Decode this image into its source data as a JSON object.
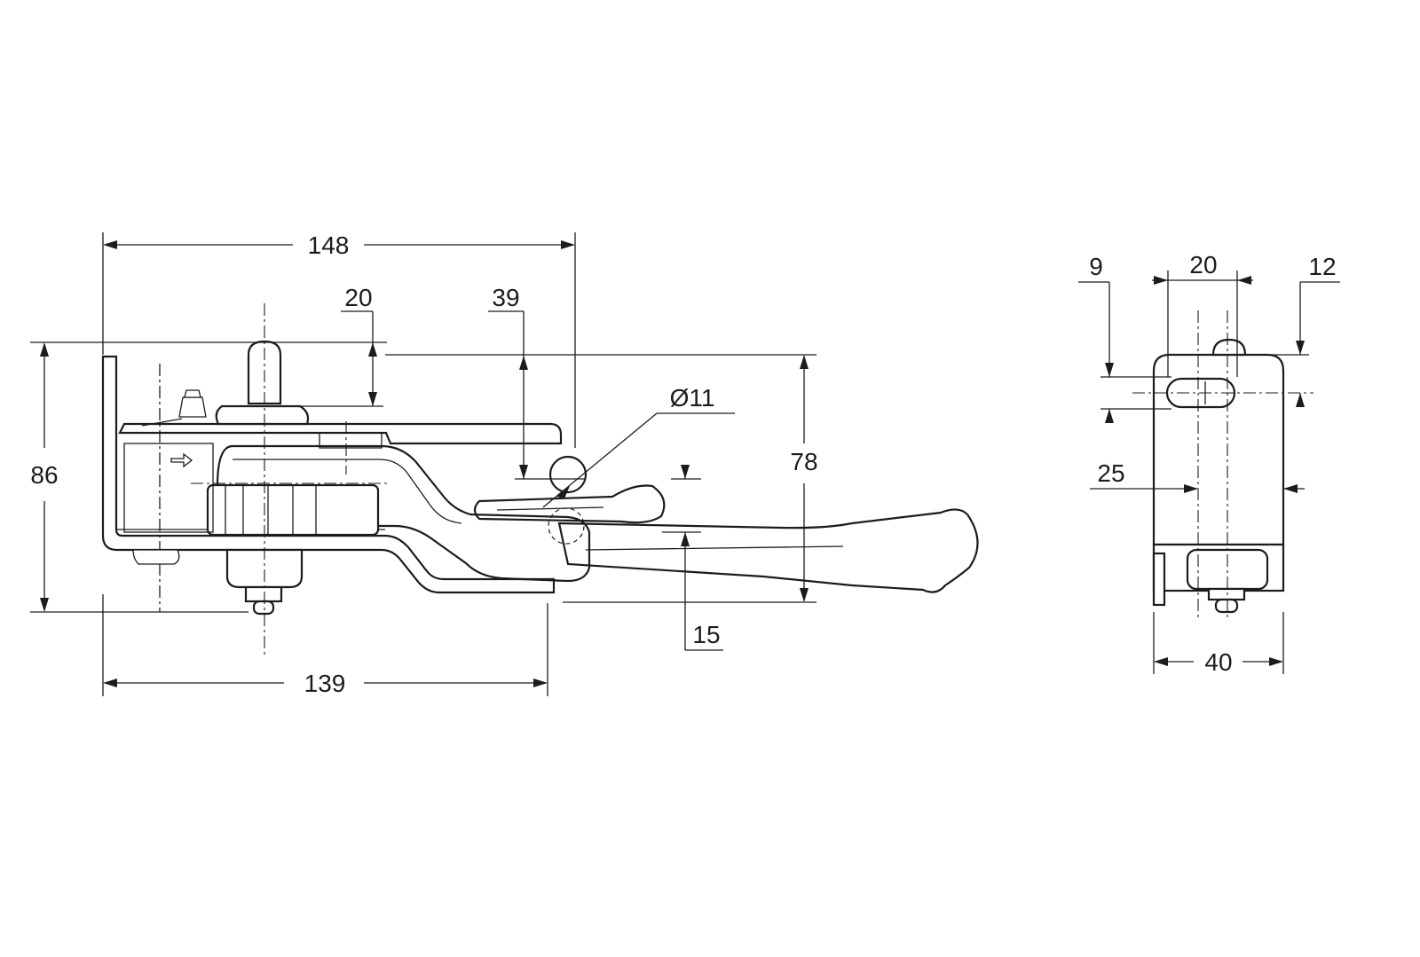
{
  "dimensions": {
    "side_view": {
      "overall_length": "148",
      "base_length": "139",
      "height_overall": "86",
      "height_78": "78",
      "pin_spacing": "20",
      "reach_39": "39",
      "hole_diameter": "Ø11",
      "handle_rise": "15"
    },
    "end_view": {
      "slot_offset": "9",
      "slot_width": "20",
      "top_offset": "12",
      "center_offset": "25",
      "overall_width": "40"
    }
  }
}
